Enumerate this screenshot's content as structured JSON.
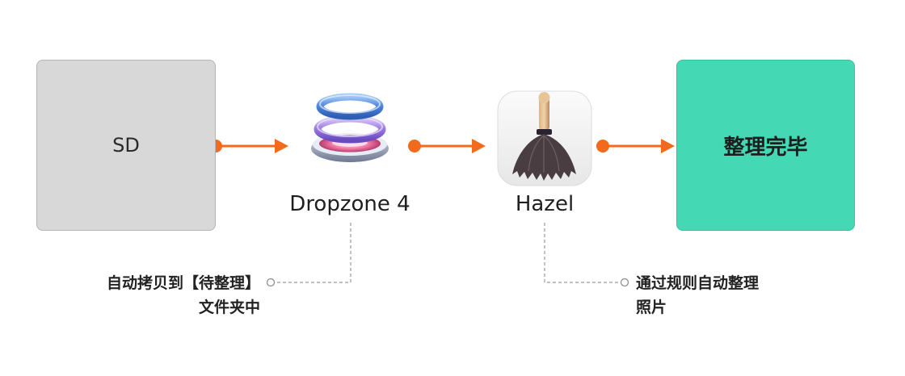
{
  "nodes": {
    "sd": {
      "label": "SD"
    },
    "dropzone": {
      "label": "Dropzone 4",
      "icon": "dropzone-stack-icon"
    },
    "hazel": {
      "label": "Hazel",
      "icon": "feather-duster-icon"
    },
    "done": {
      "label": "整理完毕"
    }
  },
  "annotations": {
    "dropzone_note": {
      "line1": "自动拷贝到【待整理】",
      "line2": "文件夹中"
    },
    "hazel_note": {
      "line1": "通过规则自动整理",
      "line2": "照片"
    }
  },
  "colors": {
    "arrow": "#f26a1b",
    "done_box": "#45d8b4",
    "sd_box": "#d8d8d8",
    "dashed_line": "#999999"
  }
}
